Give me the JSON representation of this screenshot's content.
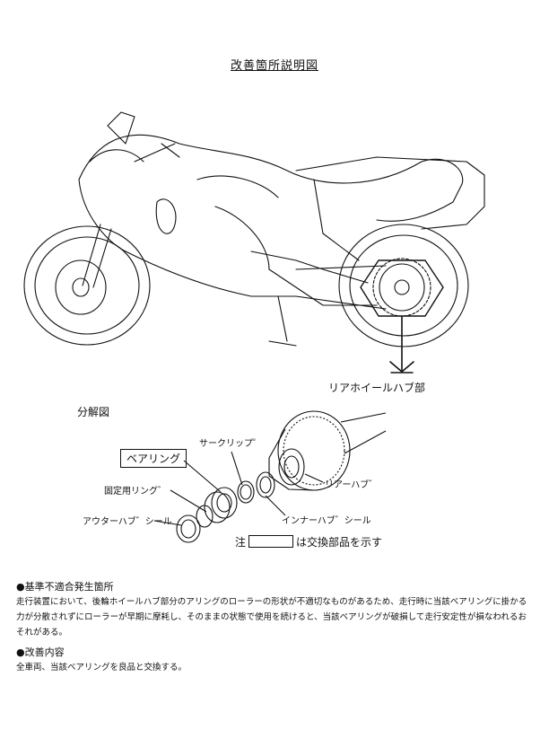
{
  "title": "改善箇所説明図",
  "labels": {
    "rear_hub_part": "リアホイールハブ部",
    "exploded": "分解図",
    "bearing": "ベアリング",
    "circlip": "サークリップ゜",
    "fixing_ring": "固定用リング゛",
    "rear_hub": "リアーハブ゛",
    "inner_hub_seal": "インナーハブ゛シール",
    "outer_hub_seal": "アウターハブ゛シール",
    "note_prefix": "注",
    "note_suffix": "は交換部品を示す"
  },
  "sections": {
    "defect_heading": "●基準不適合発生箇所",
    "defect_text": "走行装置において、後輪ホイールハブ部分のアリングのローラーの形状が不適切なものがあるため、走行時に当該ベアリングに掛かる力が分散されずにローラーが早期に摩耗し、そのままの状態で使用を続けると、当該ベアリングが破損して走行安定性が損なわれるおそれがある。",
    "fix_heading": "●改善内容",
    "fix_text": "全車両、当該ベアリングを良品と交換する。"
  }
}
